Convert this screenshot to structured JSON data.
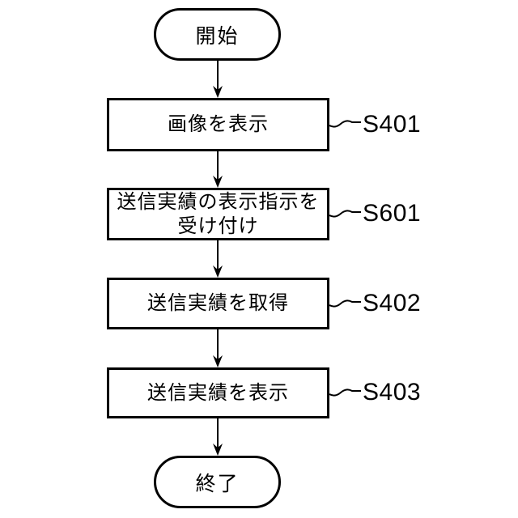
{
  "figure": {
    "background_color": "#ffffff",
    "line_color": "#000000",
    "type": "flowchart"
  },
  "flowchart": {
    "start_terminal": {
      "label": "開始"
    },
    "end_terminal": {
      "label": "終了"
    },
    "steps": [
      {
        "text": "画像を表示",
        "step_id": "S401"
      },
      {
        "text": "送信実績の表示指示を\n受け付け",
        "step_id": "S601"
      },
      {
        "text": "送信実績を取得",
        "step_id": "S402"
      },
      {
        "text": "送信実績を表示",
        "step_id": "S403"
      }
    ]
  }
}
